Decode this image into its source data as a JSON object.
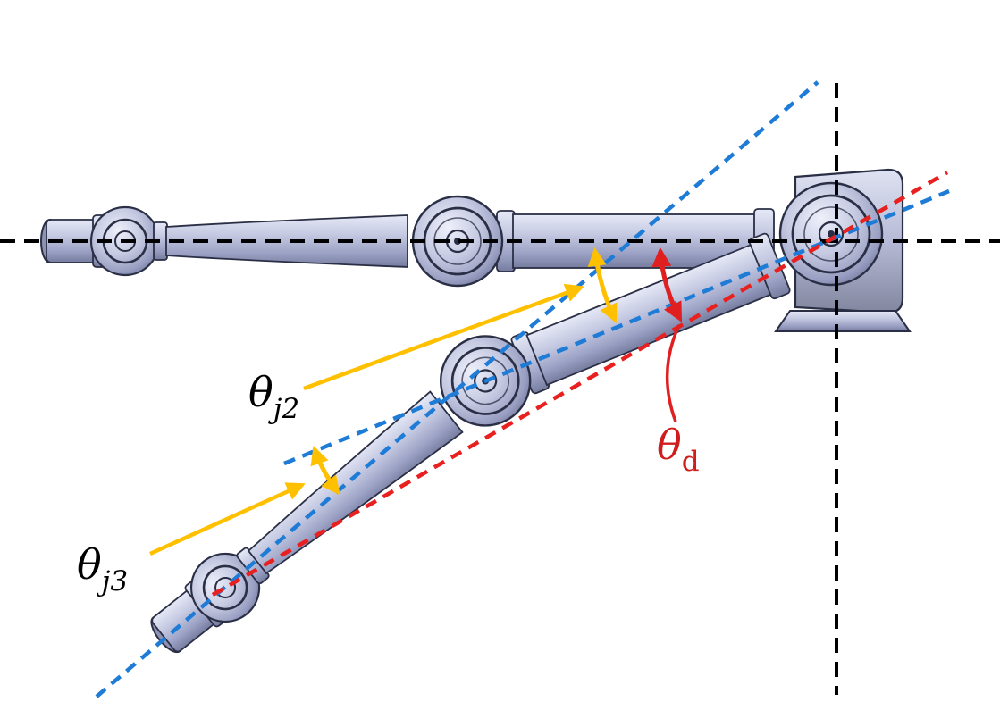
{
  "figure": {
    "labels": {
      "joint2": {
        "symbol": "θ",
        "subscript": "j2"
      },
      "joint3": {
        "symbol": "θ",
        "subscript": "j3"
      },
      "deflection": {
        "symbol": "θ",
        "subscript": "d"
      }
    },
    "colors": {
      "joint_angle_annotation": "#FFC000",
      "deflection_annotation": "#E02020",
      "deflection_label": "#CF1C1C",
      "link_axis_line": "#1E7CD6",
      "reference_axis_line": "#000000",
      "arm_body_light": "#D9DCEF",
      "arm_body_dark": "#7A80A1"
    },
    "lines": {
      "horizontal_reference": {
        "color": "#000000",
        "style": "dashed"
      },
      "vertical_reference": {
        "color": "#000000",
        "style": "dashed"
      },
      "forearm_axis": {
        "color": "#1E7CD6",
        "style": "dashed"
      },
      "upper_link_axis": {
        "color": "#1E7CD6",
        "style": "dashed"
      },
      "deflection_axis": {
        "color": "#E8201F",
        "style": "dashed"
      }
    }
  }
}
